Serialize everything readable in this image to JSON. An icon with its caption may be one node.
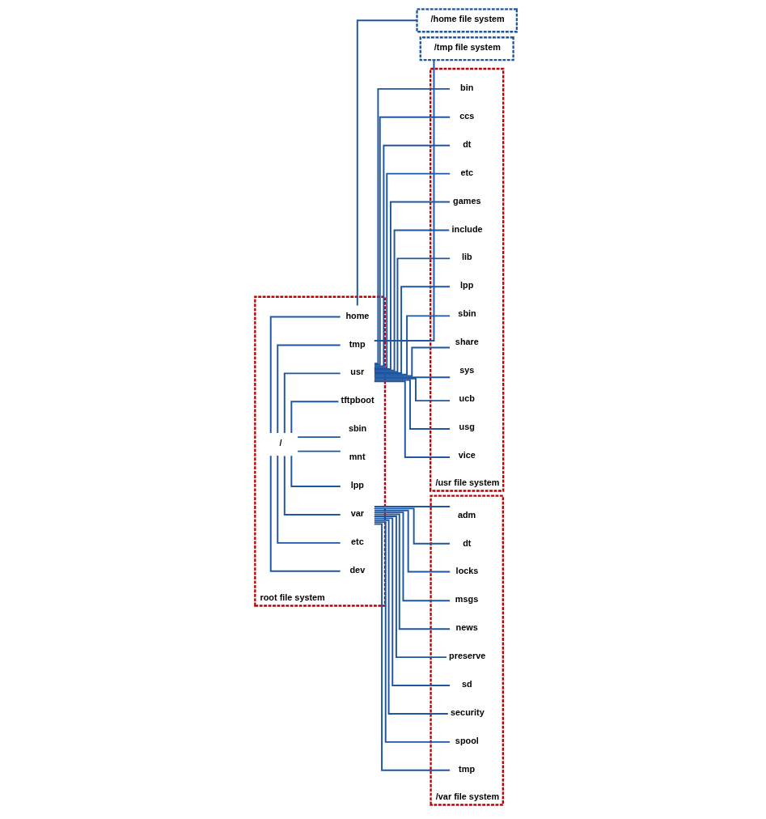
{
  "diagram": {
    "nodes": [
      {
        "text": [
          "root file system"
        ]
      },
      {
        "text": [
          "/"
        ],
        "in": 0
      },
      {
        "text": [
          "dev"
        ],
        "in": 0
      },
      {
        "text": [
          "etc"
        ],
        "in": 0
      },
      {
        "text": [
          "home"
        ],
        "in": 0
      },
      {
        "text": [
          "lpp"
        ],
        "in": 0
      },
      {
        "text": [
          "mnt"
        ],
        "in": 0
      },
      {
        "text": [
          "sbin"
        ],
        "in": 0
      },
      {
        "text": [
          "tftpboot"
        ],
        "in": 0
      },
      {
        "text": [
          "tmp"
        ],
        "in": 0
      },
      {
        "text": [
          "usr"
        ],
        "in": 0
      },
      {
        "text": [
          "var"
        ],
        "in": 0
      },
      {
        "text": [
          "/home file system"
        ]
      },
      {
        "text": [
          "/tmp file system"
        ]
      },
      {
        "text": [
          "/usr file system"
        ]
      },
      {
        "text": [
          "bin"
        ],
        "in": 14
      },
      {
        "text": [
          "ccs"
        ],
        "in": 14
      },
      {
        "text": [
          "dt"
        ],
        "in": 14
      },
      {
        "text": [
          "etc"
        ],
        "in": 14
      },
      {
        "text": [
          "games"
        ],
        "in": 14
      },
      {
        "text": [
          "include"
        ],
        "in": 14
      },
      {
        "text": [
          "lib"
        ],
        "in": 14
      },
      {
        "text": [
          "lpp"
        ],
        "in": 14
      },
      {
        "text": [
          "sbin"
        ],
        "in": 14
      },
      {
        "text": [
          "share"
        ],
        "in": 14
      },
      {
        "text": [
          "sys"
        ],
        "in": 14
      },
      {
        "text": [
          "ucb"
        ],
        "in": 14
      },
      {
        "text": [
          "usg"
        ],
        "in": 14
      },
      {
        "text": [
          "vice"
        ],
        "in": 14
      },
      {
        "text": [
          "/var file system"
        ]
      },
      {
        "text": [
          "adm"
        ],
        "in": 29
      },
      {
        "text": [
          "dt"
        ],
        "in": 29
      },
      {
        "text": [
          "locks"
        ],
        "in": 29
      },
      {
        "text": [
          "msgs"
        ],
        "in": 29
      },
      {
        "text": [
          "news"
        ],
        "in": 29
      },
      {
        "text": [
          "preserve"
        ],
        "in": 29
      },
      {
        "text": [
          "sd"
        ],
        "in": 29
      },
      {
        "text": [
          "security"
        ],
        "in": 29
      },
      {
        "text": [
          "spool"
        ],
        "in": 29
      },
      {
        "text": [
          "tmp"
        ],
        "in": 29
      }
    ],
    "edges": [
      {
        "from": 1,
        "to": 2,
        "arrow": "none"
      },
      {
        "from": 1,
        "to": 3,
        "arrow": "none"
      },
      {
        "from": 1,
        "to": 4,
        "arrow": "none"
      },
      {
        "from": 1,
        "to": 5,
        "arrow": "none"
      },
      {
        "from": 1,
        "to": 6,
        "arrow": "none"
      },
      {
        "from": 1,
        "to": 7,
        "arrow": "none"
      },
      {
        "from": 1,
        "to": 8,
        "arrow": "none"
      },
      {
        "from": 1,
        "to": 9,
        "arrow": "none"
      },
      {
        "from": 1,
        "to": 10,
        "arrow": "none"
      },
      {
        "from": 1,
        "to": 11,
        "arrow": "none"
      },
      {
        "from": 4,
        "to": 12,
        "arrow": "none"
      },
      {
        "from": 9,
        "to": 13,
        "arrow": "none"
      },
      {
        "from": 10,
        "to": 15,
        "arrow": "none"
      },
      {
        "from": 10,
        "to": 16,
        "arrow": "none"
      },
      {
        "from": 10,
        "to": 17,
        "arrow": "none"
      },
      {
        "from": 10,
        "to": 18,
        "arrow": "none"
      },
      {
        "from": 10,
        "to": 19,
        "arrow": "none"
      },
      {
        "from": 10,
        "to": 20,
        "arrow": "none"
      },
      {
        "from": 10,
        "to": 21,
        "arrow": "none"
      },
      {
        "from": 10,
        "to": 22,
        "arrow": "none"
      },
      {
        "from": 10,
        "to": 23,
        "arrow": "none"
      },
      {
        "from": 10,
        "to": 24,
        "arrow": "none"
      },
      {
        "from": 10,
        "to": 25,
        "arrow": "none"
      },
      {
        "from": 10,
        "to": 26,
        "arrow": "none"
      },
      {
        "from": 10,
        "to": 27,
        "arrow": "none"
      },
      {
        "from": 10,
        "to": 28,
        "arrow": "none"
      },
      {
        "from": 11,
        "to": 30,
        "arrow": "none"
      },
      {
        "from": 11,
        "to": 31,
        "arrow": "none"
      },
      {
        "from": 11,
        "to": 32,
        "arrow": "none"
      },
      {
        "from": 11,
        "to": 33,
        "arrow": "none"
      },
      {
        "from": 11,
        "to": 34,
        "arrow": "none"
      },
      {
        "from": 11,
        "to": 35,
        "arrow": "none"
      },
      {
        "from": 11,
        "to": 36,
        "arrow": "none"
      },
      {
        "from": 11,
        "to": 37,
        "arrow": "none"
      },
      {
        "from": 11,
        "to": 38,
        "arrow": "none"
      },
      {
        "from": 11,
        "to": 39,
        "arrow": "none"
      }
    ]
  }
}
